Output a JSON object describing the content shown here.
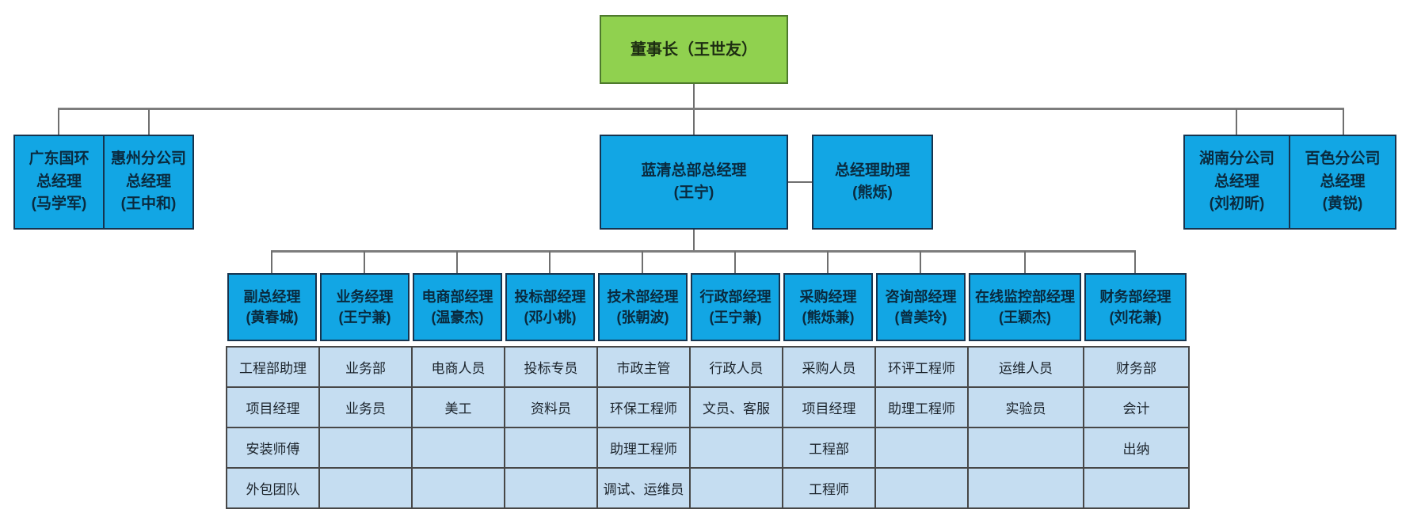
{
  "meta": {
    "title": "公司组织架构图",
    "colors": {
      "chairman_fill": "#90d14f",
      "chairman_border": "#4e7a2d",
      "manager_fill": "#12a6e4",
      "manager_border": "#16344f",
      "cell_fill": "#c5ddf1",
      "cell_border": "#474747",
      "connector": "#6f6f6f",
      "background": "#ffffff"
    }
  },
  "org": {
    "chairman": {
      "label": "董事长（王世友）"
    },
    "level2": [
      {
        "lines": [
          "广东国环",
          "总经理",
          "(马学军)"
        ]
      },
      {
        "lines": [
          "惠州分公司",
          "总经理",
          "(王中和)"
        ]
      },
      {
        "lines": [
          "蓝清总部总经理",
          "(王宁)"
        ]
      },
      {
        "lines": [
          "总经理助理",
          "(熊烁)"
        ]
      },
      {
        "lines": [
          "湖南分公司",
          "总经理",
          "(刘初昕)"
        ]
      },
      {
        "lines": [
          "百色分公司",
          "总经理",
          "(黄锐)"
        ]
      }
    ],
    "departments": {
      "headers": [
        {
          "title": "副总经理",
          "name": "(黄春城)"
        },
        {
          "title": "业务经理",
          "name": "(王宁兼)"
        },
        {
          "title": "电商部经理",
          "name": "(温豪杰)"
        },
        {
          "title": "投标部经理",
          "name": "(邓小桃)"
        },
        {
          "title": "技术部经理",
          "name": "(张朝波)"
        },
        {
          "title": "行政部经理",
          "name": "(王宁兼)"
        },
        {
          "title": "采购经理",
          "name": "(熊烁兼)"
        },
        {
          "title": "咨询部经理",
          "name": "(曾美玲)"
        },
        {
          "title": "在线监控部经理",
          "name": "(王颖杰)"
        },
        {
          "title": "财务部经理",
          "name": "(刘花兼)"
        }
      ],
      "rows": [
        [
          "工程部助理",
          "业务部",
          "电商人员",
          "投标专员",
          "市政主管",
          "行政人员",
          "采购人员",
          "环评工程师",
          "运维人员",
          "财务部"
        ],
        [
          "项目经理",
          "业务员",
          "美工",
          "资料员",
          "环保工程师",
          "文员、客服",
          "项目经理",
          "助理工程师",
          "实验员",
          "会计"
        ],
        [
          "安装师傅",
          "",
          "",
          "",
          "助理工程师",
          "",
          "工程部",
          "",
          "",
          "出纳"
        ],
        [
          "外包团队",
          "",
          "",
          "",
          "调试、运维员",
          "",
          "工程师",
          "",
          "",
          ""
        ]
      ]
    }
  }
}
